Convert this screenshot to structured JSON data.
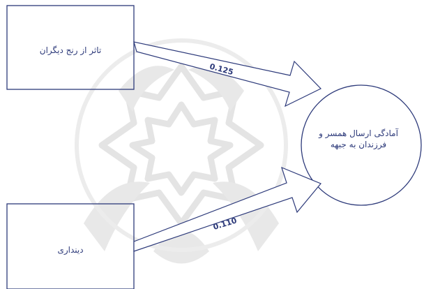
{
  "diagram": {
    "nodes": [
      {
        "id": "top_box",
        "shape": "rectangle",
        "label": "تاثر از رنج دیگران"
      },
      {
        "id": "bottom_box",
        "shape": "rectangle",
        "label": "دینداری"
      },
      {
        "id": "target",
        "shape": "circle",
        "label": "آمادگی ارسال همسر و فرزندان به جبهه"
      }
    ],
    "edges": [
      {
        "from": "top_box",
        "to": "target",
        "value": "0.125"
      },
      {
        "from": "bottom_box",
        "to": "target",
        "value": "0.110"
      }
    ]
  },
  "colors": {
    "stroke": "#2d3a7a",
    "text": "#2d3a7a",
    "watermark": "#e4e4e4"
  }
}
